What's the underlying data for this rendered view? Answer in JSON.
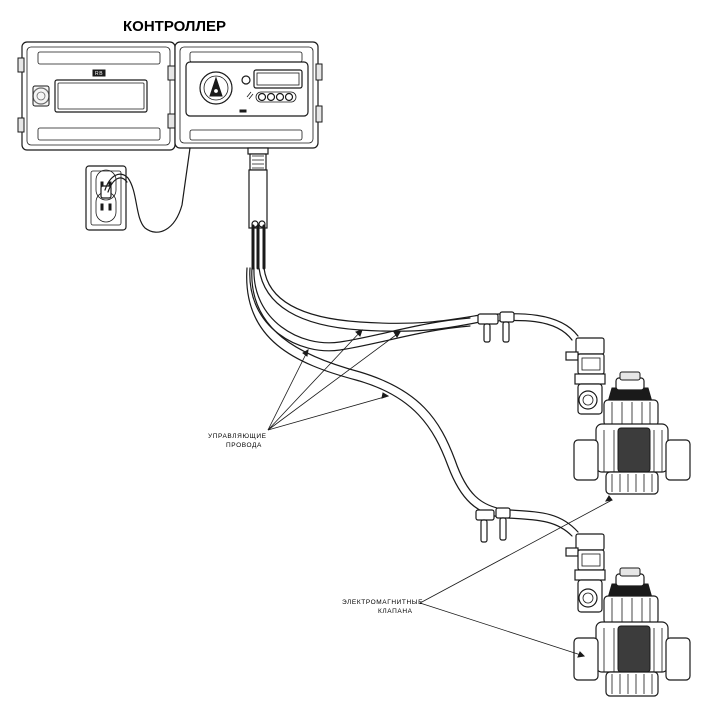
{
  "diagram": {
    "title": "КОНТРОЛЛЕР",
    "labels": {
      "control_wires": [
        "УПРАВЛЯЮЩИЕ",
        "ПРОВОДА"
      ],
      "solenoid_valves": [
        "ЭЛЕКТРОМАГНИТНЫЕ",
        "КЛАПАНА"
      ]
    },
    "controller": {
      "badge": "RB"
    }
  }
}
